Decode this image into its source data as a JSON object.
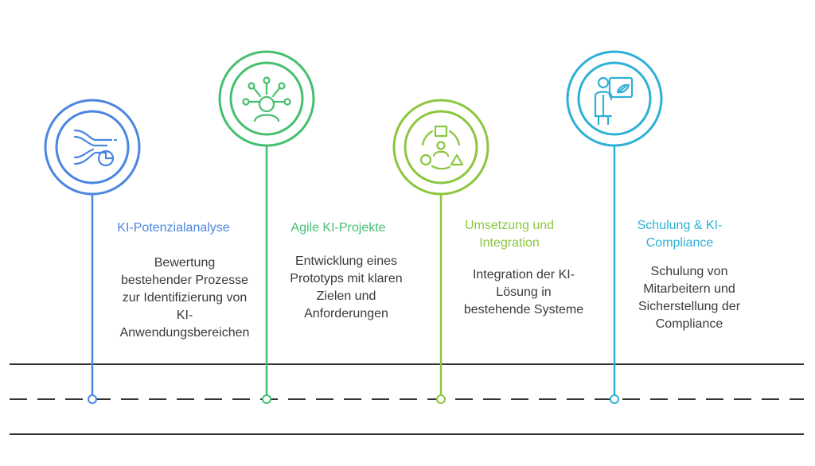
{
  "colors": {
    "step1": "#4a86e0",
    "step2": "#45bf6e",
    "step3": "#8cc63f",
    "step4": "#2fb0d6",
    "road": "#333333"
  },
  "steps": [
    {
      "title": "KI-Potenzialanalyse",
      "description": "Bewertung\nbestehender Prozesse\nzur Identifizierung von\nKI-\nAnwendungsbereichen",
      "icon": "analysis-chart-icon"
    },
    {
      "title": "Agile KI-Projekte",
      "description": "Entwicklung eines\nPrototyps mit klaren\nZielen und\nAnforderungen",
      "icon": "network-person-icon"
    },
    {
      "title": "Umsetzung und\nIntegration",
      "description": "Integration der KI-\nLösung in\nbestehende Systeme",
      "icon": "shapes-person-icon"
    },
    {
      "title": "Schulung & KI-\nCompliance",
      "description": "Schulung von\nMitarbeitern und\nSicherstellung der\nCompliance",
      "icon": "presentation-trainer-icon"
    }
  ]
}
